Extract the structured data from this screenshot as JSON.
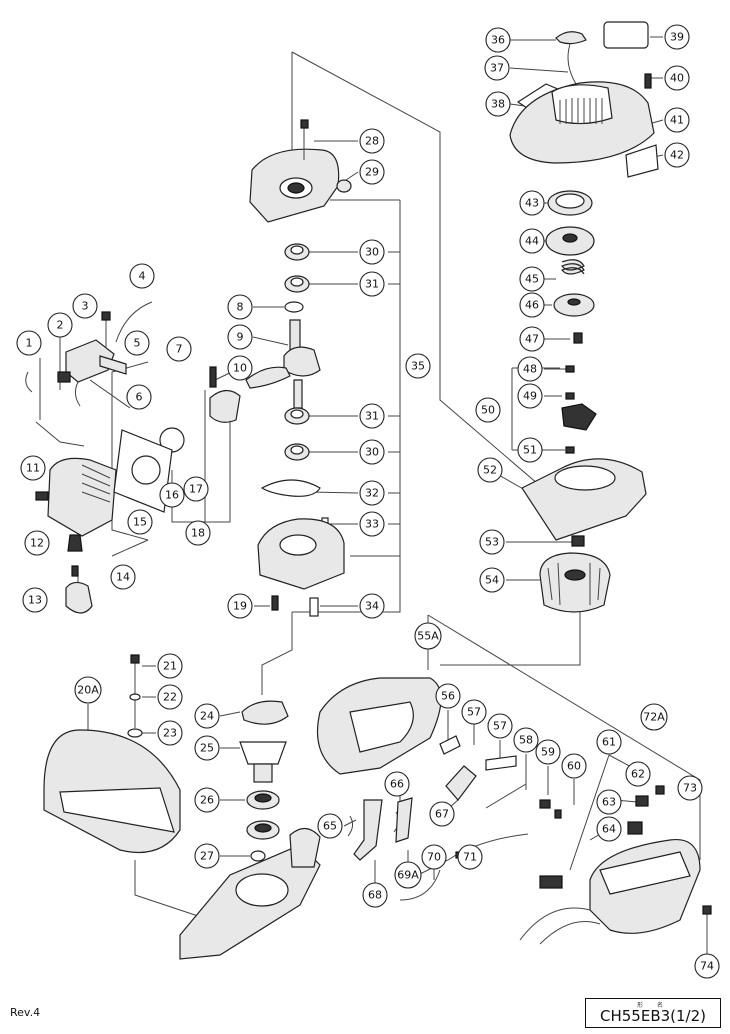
{
  "footer": {
    "revision": "Rev.4",
    "model_caption": "形 名",
    "model_name": "CH55EB3(1/2)"
  },
  "part_numbers": [
    "1",
    "2",
    "3",
    "4",
    "5",
    "6",
    "7",
    "8",
    "9",
    "10",
    "11",
    "12",
    "13",
    "14",
    "15",
    "16",
    "17",
    "18",
    "19",
    "20A",
    "21",
    "22",
    "23",
    "24",
    "25",
    "26",
    "27",
    "28",
    "29",
    "30",
    "30",
    "31",
    "31",
    "32",
    "33",
    "34",
    "35",
    "36",
    "37",
    "38",
    "39",
    "40",
    "41",
    "42",
    "43",
    "44",
    "45",
    "46",
    "47",
    "48",
    "49",
    "50",
    "51",
    "52",
    "53",
    "54",
    "55A",
    "56",
    "57",
    "57",
    "58",
    "59",
    "60",
    "61",
    "62",
    "63",
    "64",
    "65",
    "66",
    "67",
    "68",
    "69A",
    "70",
    "71",
    "72A",
    "73",
    "74"
  ]
}
